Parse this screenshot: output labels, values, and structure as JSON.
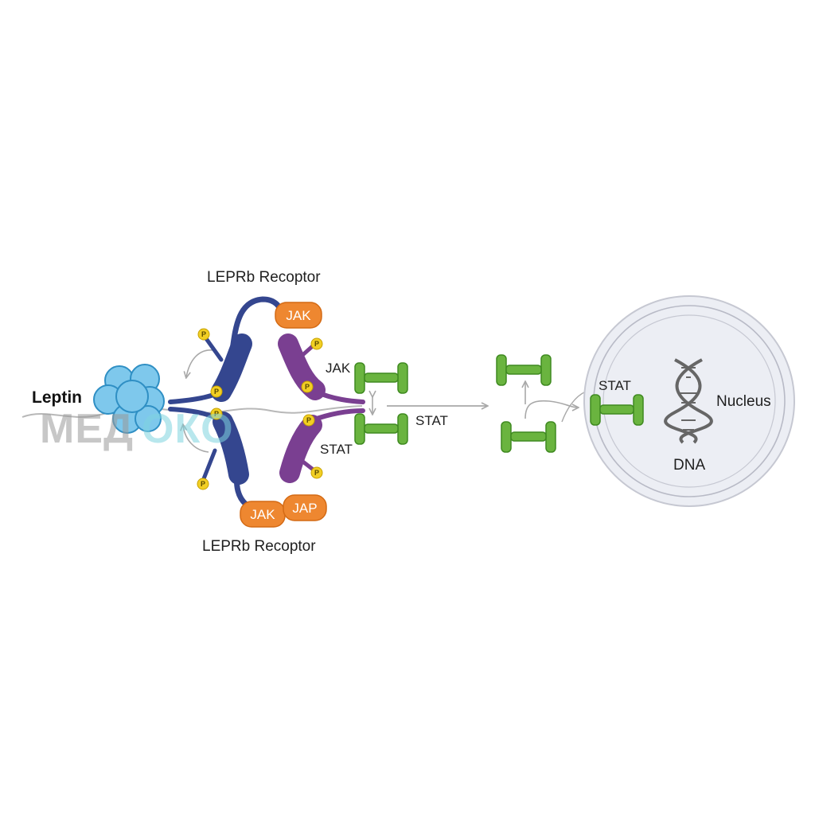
{
  "labels": {
    "receptor_top": "LEPRb Recoptor",
    "receptor_bottom": "LEPRb Recoptor",
    "leptin": "Leptin",
    "jak_side": "JAK",
    "stat_side_left": "STAT",
    "stat_side_right": "STAT",
    "stat_nucleus": "STAT",
    "nucleus": "Nucleus",
    "dna": "DNA"
  },
  "boxes": {
    "jak_top": "JAK",
    "jak_bottom": "JAK",
    "jap_bottom": "JAP"
  },
  "phospho_label": "P",
  "watermark": {
    "part1": "МЕД",
    "part2": "ОКО"
  },
  "colors": {
    "receptor_blue": "#34468f",
    "receptor_purple": "#7a3f91",
    "jak_orange": "#ee8730",
    "stat_green": "#6ab43f",
    "leptin_blue": "#7ec8ec",
    "phospho_yellow": "#f2cf24",
    "nucleus_fill": "#eceef4",
    "arrow_grey": "#a8a8a8",
    "dna_grey": "#666666"
  }
}
